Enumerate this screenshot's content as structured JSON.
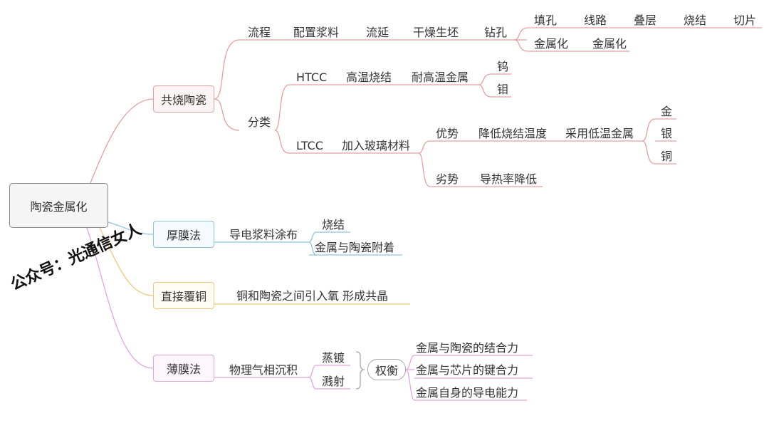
{
  "root": {
    "label": "陶瓷金属化"
  },
  "watermark": "公众号：光通信女人",
  "colors": {
    "red": "#e6a0a0",
    "blue": "#8ec5de",
    "yellow": "#f0c97a",
    "purple": "#e0a8d8",
    "gray": "#a8a8a8"
  },
  "cofired": {
    "label": "共烧陶瓷",
    "flow": {
      "label": "流程",
      "steps": [
        "配置浆料",
        "流延",
        "干燥生坯",
        "钻孔"
      ],
      "fill_via": [
        "填孔",
        "线路",
        "叠层",
        "烧结",
        "切片"
      ],
      "metallize": [
        "金属化",
        "金属化"
      ]
    },
    "classify": {
      "label": "分类",
      "htcc": {
        "label": "HTCC",
        "steps": [
          "高温烧结",
          "耐高温金属"
        ],
        "metals": [
          "钨",
          "钼"
        ]
      },
      "ltcc": {
        "label": "LTCC",
        "add": "加入玻璃材料",
        "advantage": {
          "label": "优势",
          "steps": [
            "降低烧结温度",
            "采用低温金属"
          ],
          "metals": [
            "金",
            "银",
            "铜"
          ]
        },
        "disadvantage": {
          "label": "劣势",
          "result": "导热率降低"
        }
      }
    }
  },
  "thick": {
    "label": "厚膜法",
    "step": "导电浆料涂布",
    "items": [
      "烧结",
      "金属与陶瓷附着"
    ]
  },
  "dbc": {
    "label": "直接覆铜",
    "desc": "铜和陶瓷之间引入氧  形成共晶"
  },
  "thin": {
    "label": "薄膜法",
    "step": "物理气相沉积",
    "methods": [
      "蒸镀",
      "溅射"
    ],
    "balance": "权衡",
    "factors": [
      "金属与陶瓷的结合力",
      "金属与芯片的键合力",
      "金属自身的导电能力"
    ]
  }
}
